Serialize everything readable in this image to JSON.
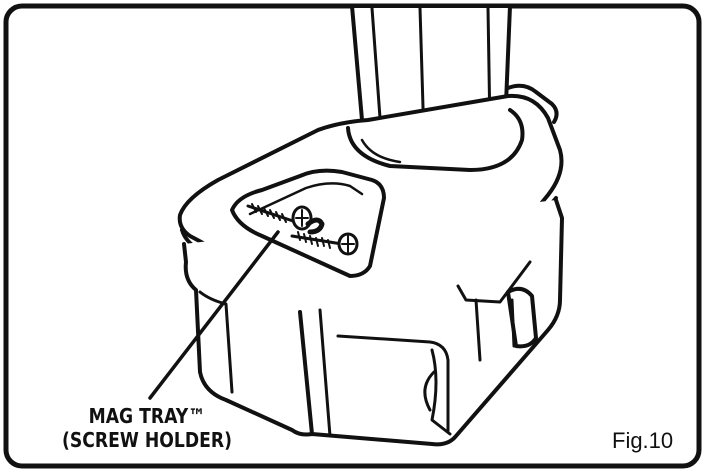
{
  "callout": {
    "line1": "MAG TRAY™",
    "line2": "(SCREW HOLDER)"
  },
  "figure_label": "Fig.10"
}
